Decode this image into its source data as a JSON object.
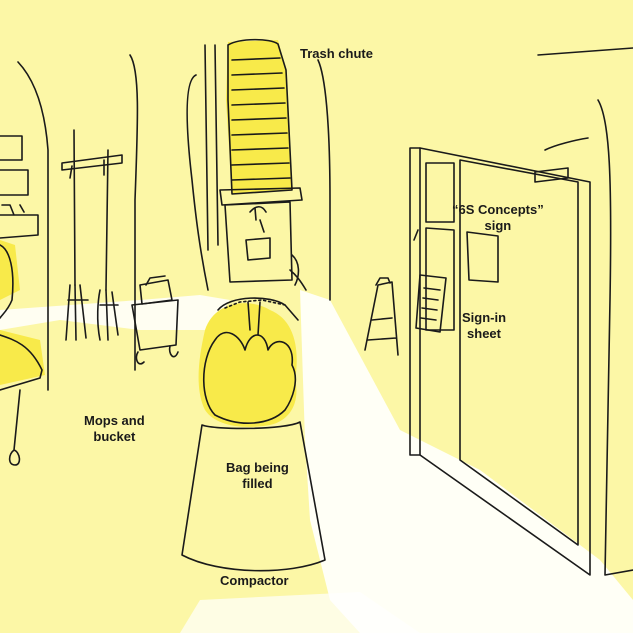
{
  "labels": {
    "trash_chute": "Trash chute",
    "six_s_sign": [
      "“6S Concepts”",
      "sign"
    ],
    "sign_in_sheet": [
      "Sign-in",
      "sheet"
    ],
    "mops_and_bucket": [
      "Mops and",
      "bucket"
    ],
    "bag_being_filled": [
      "Bag being",
      "filled"
    ],
    "compactor": "Compactor"
  },
  "colors": {
    "background": "#fcf7a6",
    "highlight": "#f8ea4a",
    "floor_light": "#ffffff",
    "ink": "#1a1a1a"
  }
}
